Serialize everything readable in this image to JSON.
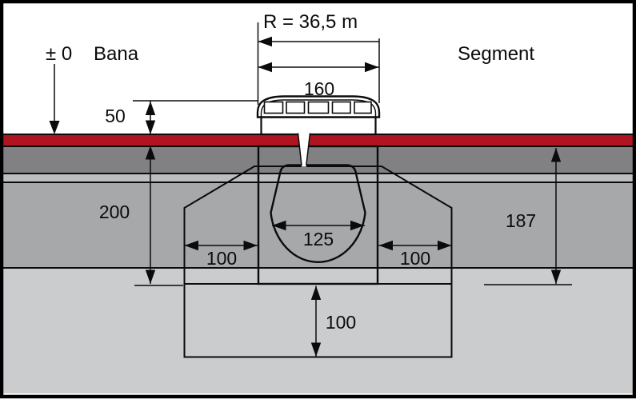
{
  "diagram": {
    "labels": {
      "radius": "R = 36,5 m",
      "datum": "± 0",
      "track": "Bana",
      "segment": "Segment"
    },
    "dimensions": {
      "grate_width": "160",
      "grate_height": "50",
      "depth_track_side": "200",
      "depth_segment_side": "187",
      "channel_inner_width": "125",
      "haunch_left": "100",
      "haunch_right": "100",
      "bedding_thickness": "100"
    },
    "colors": {
      "surface_red": "#b01420",
      "binder_dark_gray": "#818184",
      "interlayer_light_gray": "#bdbec0",
      "base_gray": "#a7a8aa",
      "subgrade_gray": "#cbcccd",
      "foundation_concrete": "#e0e1e2",
      "channel_surround_tan": "#c3a46a",
      "cavity_white": "#ffffff",
      "outline_black": "#0b0b0b",
      "background_white": "#ffffff"
    }
  }
}
